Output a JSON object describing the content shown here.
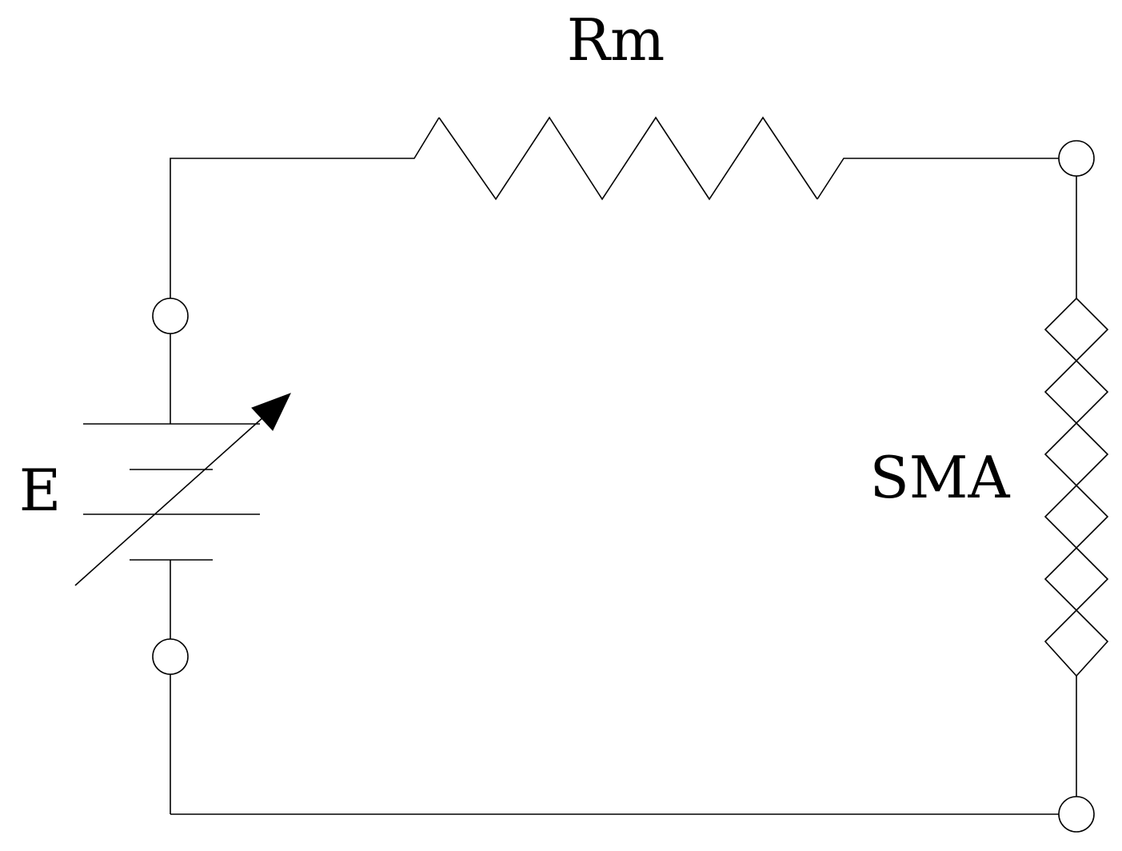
{
  "labels": {
    "resistor": "Rm",
    "sma": "SMA",
    "source": "E"
  },
  "colors": {
    "stroke": "#000000",
    "background": "#ffffff"
  }
}
